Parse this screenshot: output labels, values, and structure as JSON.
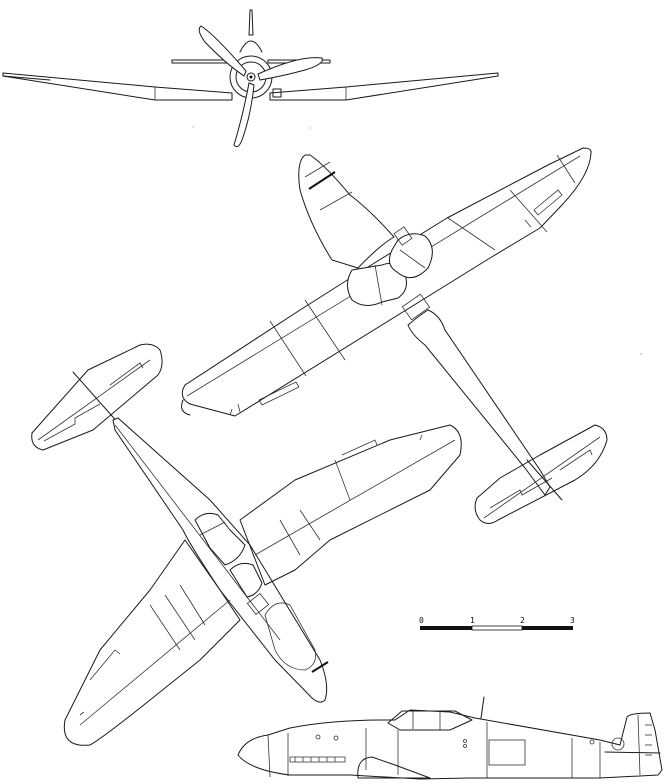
{
  "drawing": {
    "type": "three-view aircraft line drawing",
    "views": [
      "front-view",
      "top-view",
      "bottom-view",
      "side-view"
    ],
    "background": "#ffffff",
    "line_color": "#1a1a1a"
  },
  "scale_bar": {
    "labels": [
      "0",
      "1",
      "2",
      "3"
    ],
    "segments": [
      "black",
      "white",
      "black"
    ]
  }
}
